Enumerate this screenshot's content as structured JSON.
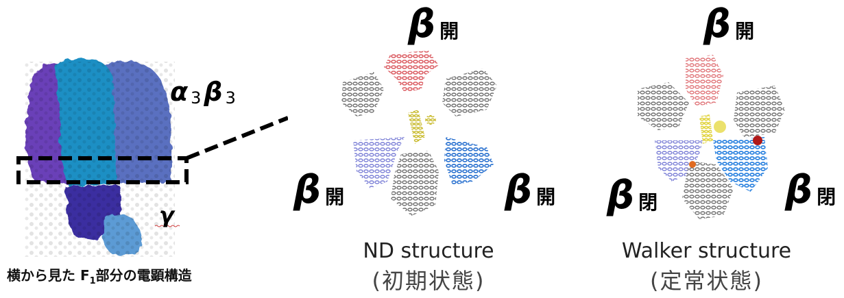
{
  "left_panel": {
    "label_alpha_beta": "α₃β₃",
    "alpha": "α",
    "beta": "β",
    "sub3": "3",
    "label_gamma": "γ",
    "caption_prefix": "横から見た F",
    "caption_sub": "1",
    "caption_suffix": "部分の電顕構造",
    "colors": {
      "purple": "#6a3fb8",
      "teal": "#1e8fc4",
      "slate_blue": "#5a6fc0",
      "deep_indigo": "#3a2fa0",
      "light_blue": "#5b9bd5"
    }
  },
  "middle_panel": {
    "title": "ND structure",
    "subtitle": "(初期状態)",
    "labels": [
      {
        "greek": "β",
        "state": "開",
        "position": "top"
      },
      {
        "greek": "β",
        "state": "開",
        "position": "bottom-left"
      },
      {
        "greek": "β",
        "state": "開",
        "position": "bottom-right"
      }
    ]
  },
  "right_panel": {
    "title": "Walker structure",
    "subtitle": "(定常状態)",
    "labels": [
      {
        "greek": "β",
        "state": "開",
        "position": "top"
      },
      {
        "greek": "β",
        "state": "閉",
        "position": "bottom-left"
      },
      {
        "greek": "β",
        "state": "閉",
        "position": "bottom-right"
      }
    ]
  },
  "structure_colors": {
    "red": "#d9535a",
    "gray": "#7a7a7a",
    "yellow": "#d8cc3a",
    "lavender": "#7b7fd6",
    "blue": "#2e74d0",
    "orange": "#e06a20"
  }
}
